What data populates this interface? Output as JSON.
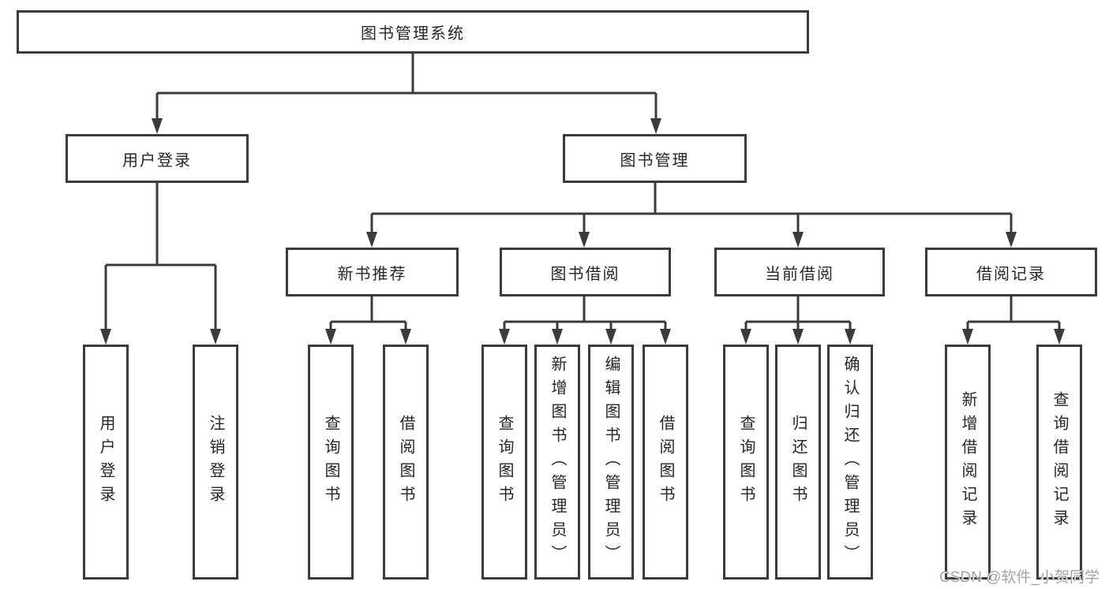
{
  "diagram": {
    "title": "图书管理系统",
    "colors": {
      "line": "#3b3b3b",
      "box_border": "#3b3b3b",
      "box_fill": "#ffffff",
      "text": "#262626",
      "watermark": "#a3a3a3"
    },
    "tree": {
      "label": "图书管理系统",
      "children": [
        {
          "label": "用户登录",
          "children": [
            {
              "label": "用户登录"
            },
            {
              "label": "注销登录"
            }
          ]
        },
        {
          "label": "图书管理",
          "children": [
            {
              "label": "新书推荐",
              "children": [
                {
                  "label": "查询图书"
                },
                {
                  "label": "借阅图书"
                }
              ]
            },
            {
              "label": "图书借阅",
              "children": [
                {
                  "label": "查询图书"
                },
                {
                  "label": "新增图书（管理员）"
                },
                {
                  "label": "编辑图书（管理员）"
                },
                {
                  "label": "借阅图书"
                }
              ]
            },
            {
              "label": "当前借阅",
              "children": [
                {
                  "label": "查询图书"
                },
                {
                  "label": "归还图书"
                },
                {
                  "label": "确认归还（管理员）"
                }
              ]
            },
            {
              "label": "借阅记录",
              "children": [
                {
                  "label": "新增借阅记录"
                },
                {
                  "label": "查询借阅记录"
                }
              ]
            }
          ]
        }
      ]
    }
  },
  "watermark": {
    "text": "CSDN @软件_小贺同学"
  }
}
